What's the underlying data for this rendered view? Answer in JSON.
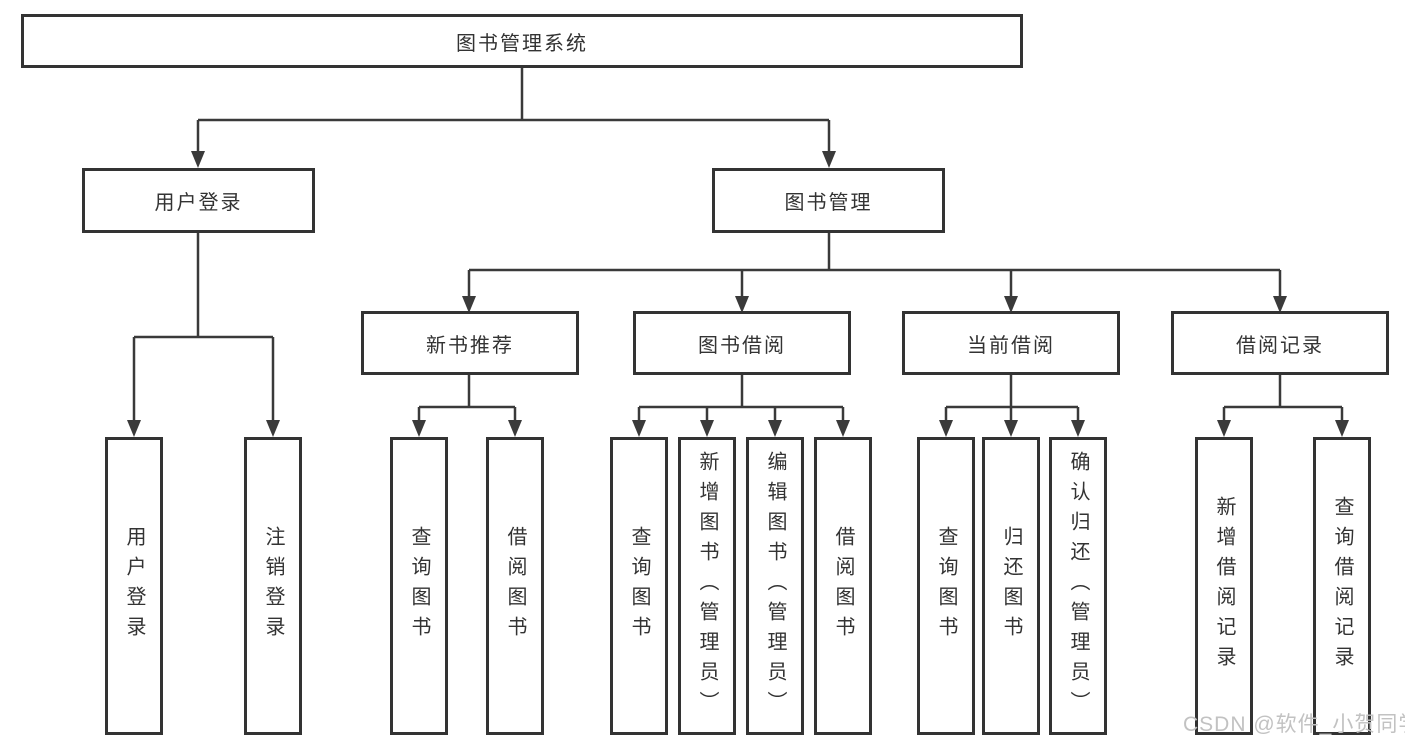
{
  "tree": {
    "label": "图书管理系统",
    "children": [
      {
        "label": "用户登录",
        "children": [
          {
            "label": "用户登录"
          },
          {
            "label": "注销登录"
          }
        ]
      },
      {
        "label": "图书管理",
        "children": [
          {
            "label": "新书推荐",
            "children": [
              {
                "label": "查询图书"
              },
              {
                "label": "借阅图书"
              }
            ]
          },
          {
            "label": "图书借阅",
            "children": [
              {
                "label": "查询图书"
              },
              {
                "label": "新增图书（管理员）"
              },
              {
                "label": "编辑图书（管理员）"
              },
              {
                "label": "借阅图书"
              }
            ]
          },
          {
            "label": "当前借阅",
            "children": [
              {
                "label": "查询图书"
              },
              {
                "label": "归还图书"
              },
              {
                "label": "确认归还（管理员）"
              }
            ]
          },
          {
            "label": "借阅记录",
            "children": [
              {
                "label": "新增借阅记录"
              },
              {
                "label": "查询借阅记录"
              }
            ]
          }
        ]
      }
    ]
  },
  "watermark": "CSDN @软件_小贺同学",
  "colors": {
    "line": "#3a3a3a",
    "box_border": "#333333",
    "text": "#333333",
    "background": "#ffffff",
    "watermark_text": "#c2c2c2"
  }
}
